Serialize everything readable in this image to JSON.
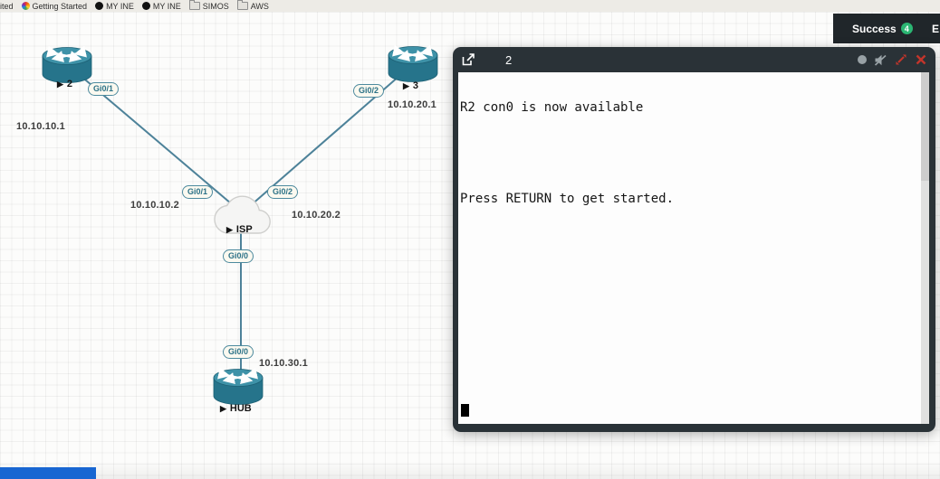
{
  "bookmarks_bar": {
    "items": [
      {
        "label": "ited",
        "icon": "none"
      },
      {
        "label": "Getting Started",
        "icon": "color-wheel"
      },
      {
        "label": "MY INE",
        "icon": "black-circle"
      },
      {
        "label": "MY INE",
        "icon": "black-circle"
      },
      {
        "label": "SIMOS",
        "icon": "folder"
      },
      {
        "label": "AWS",
        "icon": "folder"
      }
    ]
  },
  "status_panel": {
    "success_label": "Success",
    "success_count": "4",
    "right_label": "E"
  },
  "terminal": {
    "title": "2",
    "line1": "R2 con0 is now available",
    "line2": "Press RETURN to get started."
  },
  "topology": {
    "play_glyph": "▶",
    "devices": [
      {
        "name": "2"
      },
      {
        "name": "3"
      },
      {
        "name": "ISP"
      },
      {
        "name": "HUB"
      }
    ],
    "interfaces": [
      {
        "label": "Gi0/1"
      },
      {
        "label": "Gi0/2"
      },
      {
        "label": "Gi0/1"
      },
      {
        "label": "Gi0/2"
      },
      {
        "label": "Gi0/0"
      },
      {
        "label": "Gi0/0"
      }
    ],
    "ips": [
      {
        "value": "10.10.10.1"
      },
      {
        "value": "10.10.20.1"
      },
      {
        "value": "10.10.10.2"
      },
      {
        "value": "10.10.20.2"
      },
      {
        "value": "10.10.30.1"
      }
    ]
  },
  "colors": {
    "router_fill": "#26748b",
    "router_top": "#3e92a8",
    "link": "#4d8299",
    "terminal_header": "#2a3237",
    "success_badge": "#2bb673",
    "accent_red": "#c2352b",
    "progress_blue": "#1866d2"
  }
}
